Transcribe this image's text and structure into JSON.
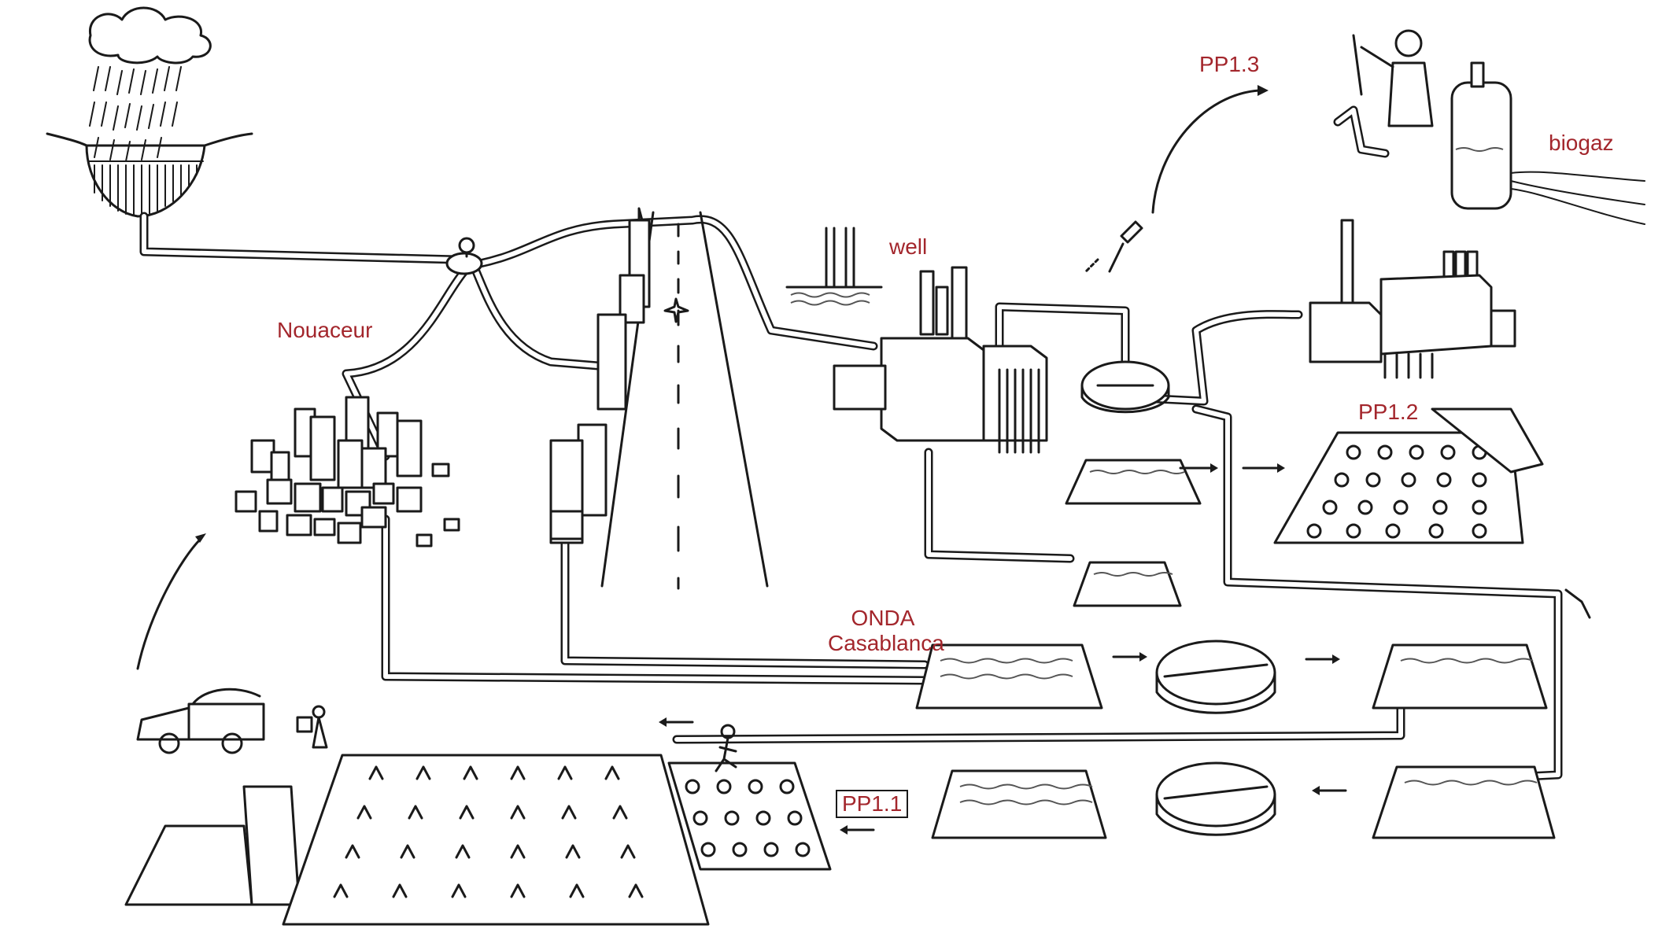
{
  "labels": {
    "nouaceur": "Nouaceur",
    "well": "well",
    "pp1_3": "PP1.3",
    "biogaz": "biogaz",
    "pp1_2": "PP1.2",
    "onda": "ONDA",
    "casablanca": "Casablanca",
    "pp1_1": "PP1.1"
  },
  "colors": {
    "label": "#a3262c",
    "ink": "#1a1a1a",
    "background": "#ffffff"
  }
}
